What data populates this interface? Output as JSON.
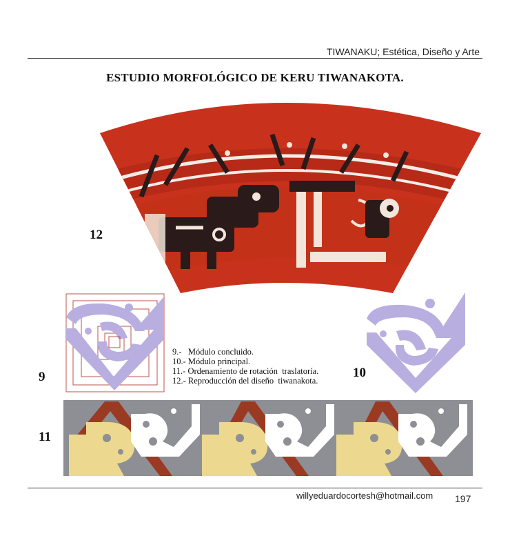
{
  "header": {
    "running_title": "TIWANAKU; Estética, Diseño y Arte"
  },
  "page_title": "ESTUDIO MORFOLÓGICO DE KERU TIWANAKOTA.",
  "figure_labels": {
    "fig12": "12",
    "fig9": "9",
    "fig10": "10",
    "fig11": "11"
  },
  "legend": [
    "9.-   Módulo concluido.",
    "10.- Módulo principal.",
    "11.- Ordenamiento de rotación  traslatoría.",
    "12.- Reproducción del diseño  tiwanakota."
  ],
  "footer": {
    "email": "willyeduardocortesh@hotmail.com",
    "page_number": "197"
  },
  "colors": {
    "keru_red": "#c8321d",
    "keru_dark": "#2a1a1a",
    "lavender": "#b9aee0",
    "frieze_gray": "#8e8f95",
    "frieze_brown": "#9a3a22",
    "frieze_yellow": "#ecd98f",
    "guide_red": "#c0504d"
  }
}
